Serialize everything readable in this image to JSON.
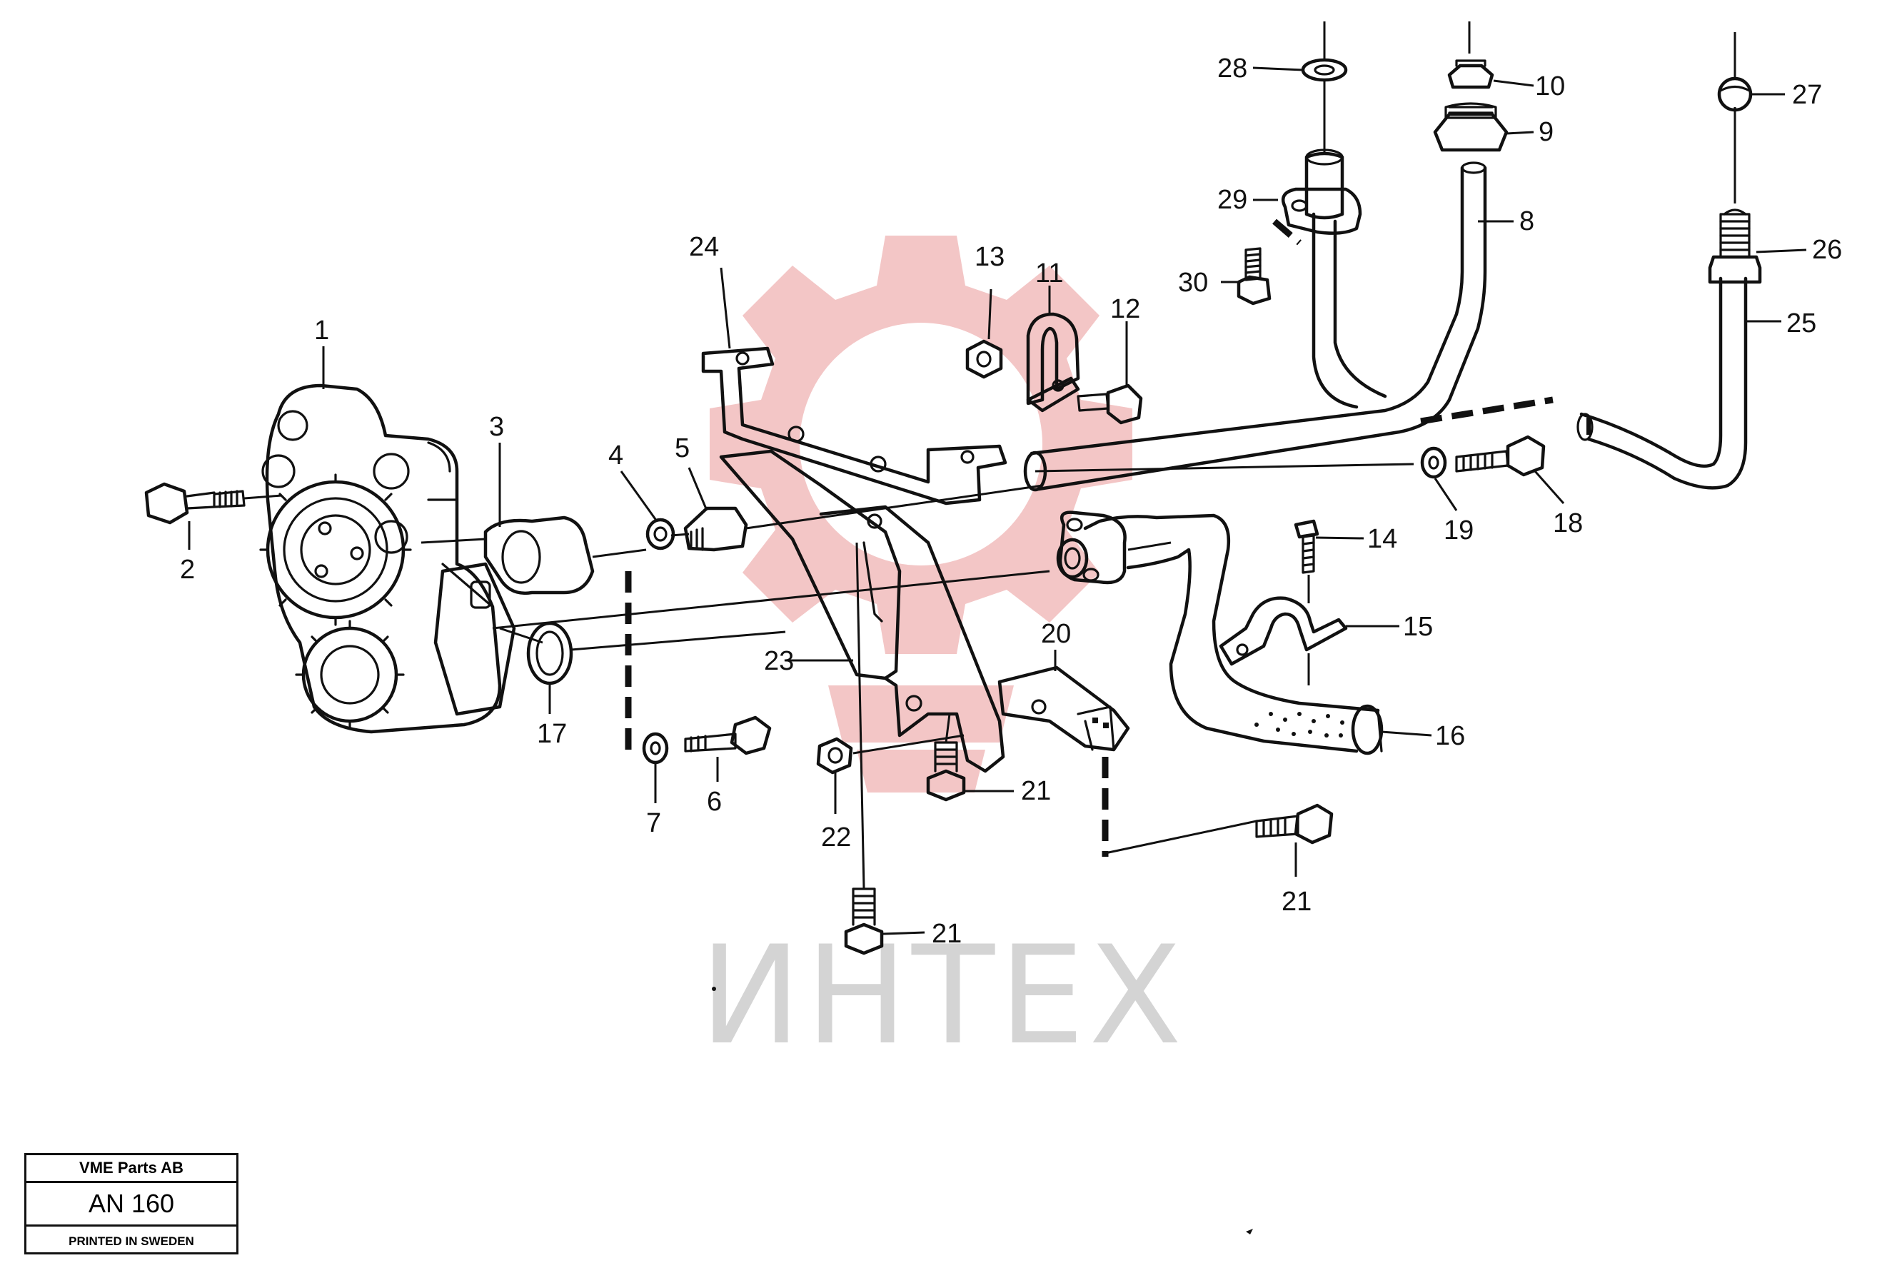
{
  "colors": {
    "line": "#111111",
    "watermark_gear": "#f3c6c6",
    "watermark_text": "#d4d4d4"
  },
  "watermark": {
    "text": "ИНТЕХ"
  },
  "title_block": {
    "company": "VME Parts AB",
    "code": "AN 160",
    "printed": "PRINTED IN SWEDEN"
  },
  "callouts": {
    "c1": "1",
    "c2": "2",
    "c3": "3",
    "c4": "4",
    "c5": "5",
    "c6": "6",
    "c7": "7",
    "c8": "8",
    "c9": "9",
    "c10": "10",
    "c11": "11",
    "c12": "12",
    "c13": "13",
    "c14": "14",
    "c15": "15",
    "c16": "16",
    "c17": "17",
    "c18": "18",
    "c19": "19",
    "c20": "20",
    "c21": "21",
    "c22": "22",
    "c23": "23",
    "c24": "24",
    "c25": "25",
    "c26": "26",
    "c27": "27",
    "c28": "28",
    "c29": "29",
    "c30": "30"
  }
}
